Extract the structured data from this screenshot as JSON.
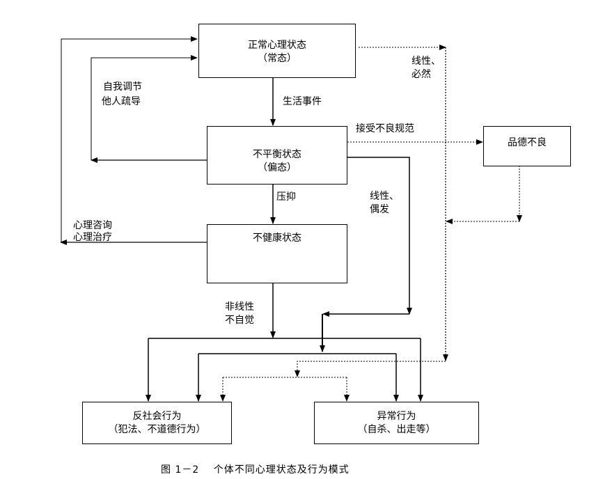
{
  "nodes": {
    "normal": {
      "line1": "正常心理状态",
      "line2": "（常态）"
    },
    "imbalance": {
      "line1": "不平衡状态",
      "line2": "（偏态）"
    },
    "unhealthy": {
      "line1": "不健康状态"
    },
    "bad_morality": {
      "line1": "品德不良"
    },
    "antisocial": {
      "line1": "反社会行为",
      "line2": "（犯法、不道德行为）"
    },
    "abnormal": {
      "line1": "异常行为",
      "line2": "（自杀、出走等）"
    }
  },
  "edge_labels": {
    "life_events": "生活事件",
    "self_adjust_1": "自我调节",
    "self_adjust_2": "他人疏导",
    "repress": "压抑",
    "counseling_1": "心理咨询",
    "counseling_2": "心理治疗",
    "accept_bad_norms": "接受不良规范",
    "linear_inevitable_1": "线性、",
    "linear_inevitable_2": "必然",
    "linear_accidental_1": "线性、",
    "linear_accidental_2": "偶发",
    "nonlinear_1": "非线性",
    "nonlinear_2": "不自觉"
  },
  "caption": "图 1－2　 个体不同心理状态及行为模式"
}
